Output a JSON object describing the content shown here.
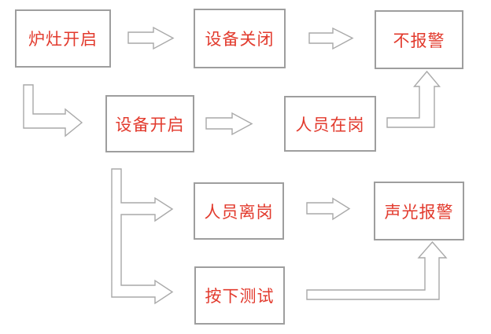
{
  "diagram": {
    "type": "flowchart",
    "background_color": "#ffffff",
    "box_border_color": "#9e9e9e",
    "arrow_outline_color": "#a9a9a9",
    "label_color": "#e23a2d",
    "nodes": [
      {
        "id": "stove-on",
        "label": "炉灶开启"
      },
      {
        "id": "device-off",
        "label": "设备关闭"
      },
      {
        "id": "no-alarm",
        "label": "不报警"
      },
      {
        "id": "device-on",
        "label": "设备开启"
      },
      {
        "id": "person-on-duty",
        "label": "人员在岗"
      },
      {
        "id": "person-off-duty",
        "label": "人员离岗"
      },
      {
        "id": "sound-light-alarm",
        "label": "声光报警"
      },
      {
        "id": "press-test",
        "label": "按下测试"
      }
    ],
    "edges": [
      {
        "from": "stove-on",
        "to": "device-off",
        "style": "block-arrow-right"
      },
      {
        "from": "device-off",
        "to": "no-alarm",
        "style": "block-arrow-right"
      },
      {
        "from": "stove-on",
        "to": "device-on",
        "style": "elbow-down-right"
      },
      {
        "from": "device-on",
        "to": "person-on-duty",
        "style": "block-arrow-right"
      },
      {
        "from": "person-on-duty",
        "to": "no-alarm",
        "style": "elbow-right-up"
      },
      {
        "from": "device-on",
        "to": "person-off-duty",
        "style": "branch-stem-right"
      },
      {
        "from": "device-on",
        "to": "press-test",
        "style": "branch-stem-right"
      },
      {
        "from": "person-off-duty",
        "to": "sound-light-alarm",
        "style": "block-arrow-right"
      },
      {
        "from": "press-test",
        "to": "sound-light-alarm",
        "style": "elbow-right-up"
      }
    ]
  }
}
